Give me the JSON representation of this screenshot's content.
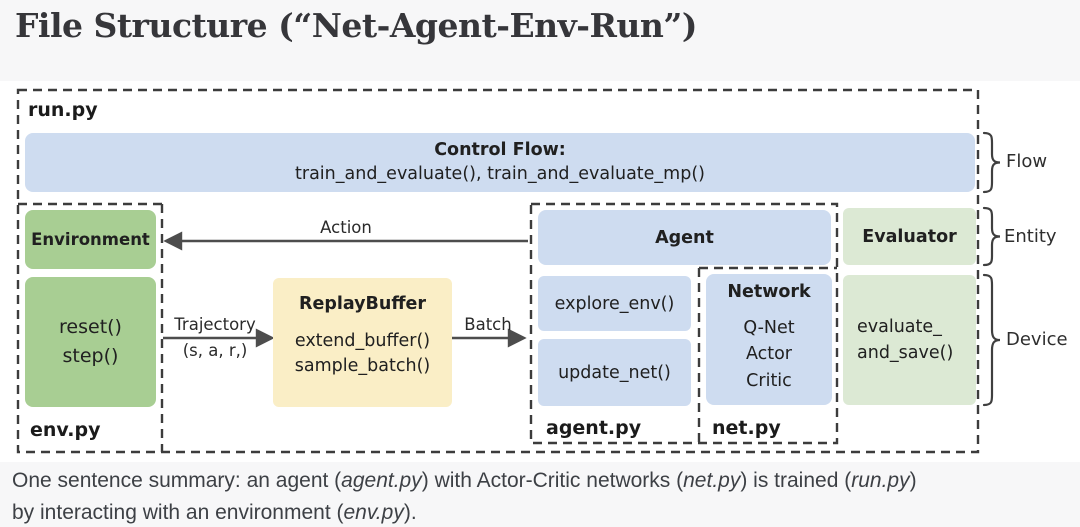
{
  "title": "File Structure (“Net-Agent-Env-Run”)",
  "diagram": {
    "run_py": "run.py",
    "env_py": "env.py",
    "agent_py": "agent.py",
    "net_py": "net.py",
    "control_flow": {
      "title": "Control Flow:",
      "functions": "train_and_evaluate(),  train_and_evaluate_mp()"
    },
    "environment": {
      "title": "Environment",
      "functions": "reset()\nstep()"
    },
    "replay_buffer": {
      "title": "ReplayBuffer",
      "functions": "extend_buffer()\nsample_batch()"
    },
    "agent": {
      "title": "Agent",
      "explore": "explore_env()",
      "update": "update_net()"
    },
    "network": {
      "title": "Network",
      "items": "Q-Net\nActor\nCritic"
    },
    "evaluator": {
      "title": "Evaluator",
      "functions": "evaluate_\nand_save()"
    },
    "arrows": {
      "action": "Action",
      "trajectory": "Trajectory",
      "trajectory_tuple": "(s, a, r,)",
      "batch": "Batch"
    },
    "braces": {
      "flow": "Flow",
      "entity": "Entity",
      "device": "Device"
    }
  },
  "colors": {
    "box_blue": "#cedcf0",
    "box_green": "#a8ce93",
    "box_light_green": "#dce9d4",
    "box_yellow": "#faeec6",
    "dash_border": "#3c3c3c",
    "arrow": "#4d4d4d",
    "page_background": "#f7f7f8",
    "diagram_background": "#ffffff"
  },
  "summary": {
    "line1": [
      {
        "t": "One sentence summary: an agent (",
        "i": false
      },
      {
        "t": "agent.py",
        "i": true
      },
      {
        "t": ") with Actor-Critic networks (",
        "i": false
      },
      {
        "t": "net.py",
        "i": true
      },
      {
        "t": ") is trained (",
        "i": false
      },
      {
        "t": "run.py",
        "i": true
      },
      {
        "t": ")",
        "i": false
      }
    ],
    "line2": [
      {
        "t": "by interacting with an environment (",
        "i": false
      },
      {
        "t": "env.py",
        "i": true
      },
      {
        "t": ").",
        "i": false
      }
    ]
  }
}
